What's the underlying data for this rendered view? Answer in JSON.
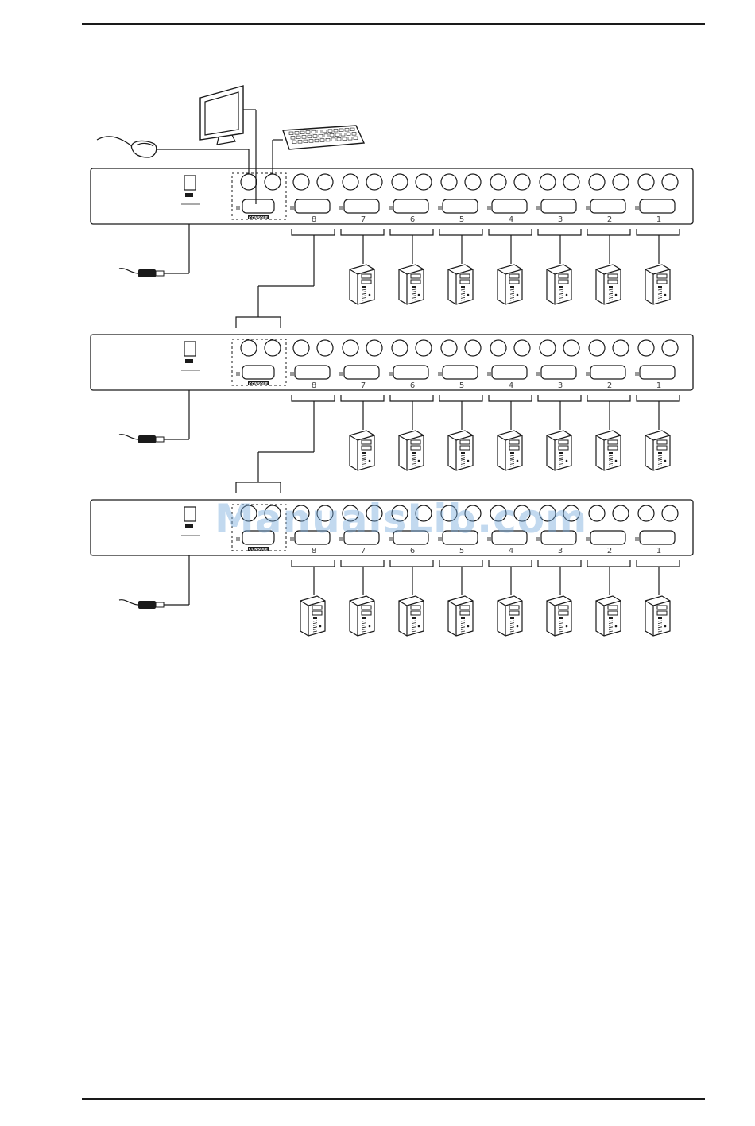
{
  "units": [
    {
      "id": "top",
      "console_label": "CONSOLE",
      "ports": [
        "8",
        "7",
        "6",
        "5",
        "4",
        "3",
        "2",
        "1"
      ],
      "has_console_devices": true
    },
    {
      "id": "middle",
      "console_label": "CONSOLE",
      "ports": [
        "8",
        "7",
        "6",
        "5",
        "4",
        "3",
        "2",
        "1"
      ],
      "has_console_devices": false
    },
    {
      "id": "bottom",
      "console_label": "CONSOLE",
      "ports": [
        "8",
        "7",
        "6",
        "5",
        "4",
        "3",
        "2",
        "1"
      ],
      "has_console_devices": false
    }
  ],
  "console_devices": {
    "monitor": "monitor-icon",
    "keyboard": "keyboard-icon",
    "mouse": "mouse-icon"
  },
  "watermark": "ManualsLib.com",
  "colors": {
    "line": "#1a1a1a",
    "watermark": "#78aadc"
  }
}
